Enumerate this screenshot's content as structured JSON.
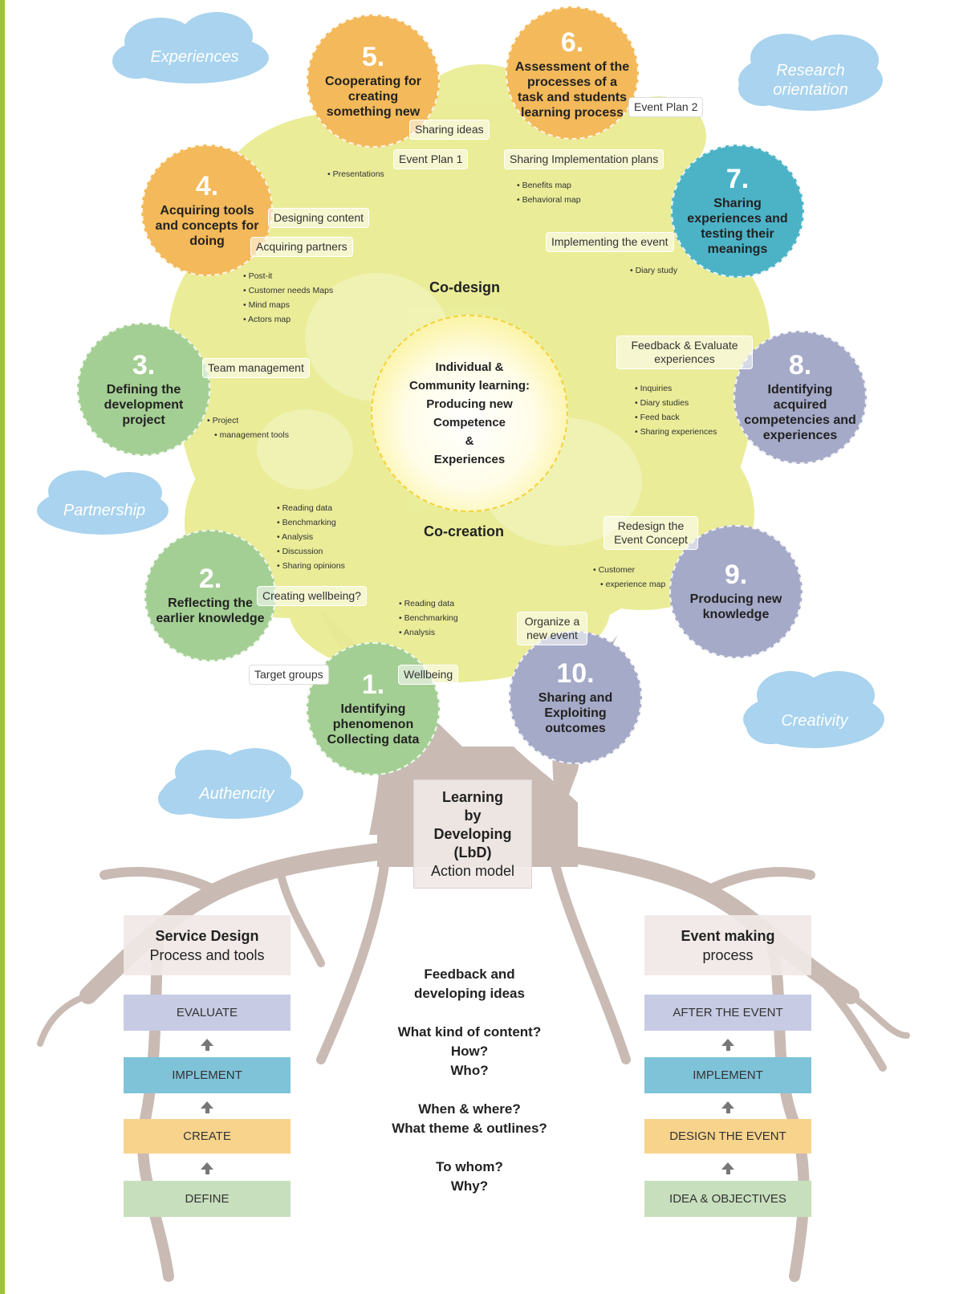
{
  "clouds": {
    "experiences": "Experiences",
    "research": "Research orientation",
    "partnership": "Partnership",
    "creativity": "Creativity",
    "authencity": "Authencity"
  },
  "circles": {
    "c1": {
      "num": "1.",
      "text": "Identifying phenomenon Collecting data"
    },
    "c2": {
      "num": "2.",
      "text": "Reflecting the earlier knowledge"
    },
    "c3": {
      "num": "3.",
      "text": "Defining the development project"
    },
    "c4": {
      "num": "4.",
      "text": "Acquiring tools and concepts for doing"
    },
    "c5": {
      "num": "5.",
      "text": "Cooperating for creating something new"
    },
    "c6": {
      "num": "6.",
      "text": "Assessment of the processes of a task and students learning process"
    },
    "c7": {
      "num": "7.",
      "text": "Sharing experiences and testing their meanings"
    },
    "c8": {
      "num": "8.",
      "text": "Identifying acquired competencies and experiences"
    },
    "c9": {
      "num": "9.",
      "text": "Producing new knowledge"
    },
    "c10": {
      "num": "10.",
      "text": "Sharing and Exploiting outcomes"
    }
  },
  "tags": {
    "sharing_ideas": "Sharing ideas",
    "event_plan_1": "Event Plan 1",
    "event_plan_2": "Event Plan 2",
    "sharing_impl": "Sharing Implementation plans",
    "designing_content": "Designing content",
    "acquiring_partners": "Acquiring partners",
    "implementing_event": "Implementing the event",
    "team_management": "Team management",
    "feedback": "Feedback & Evaluate experiences",
    "redesign": "Redesign the Event Concept",
    "creating_wellbeing": "Creating wellbeing?",
    "organize": "Organize a new event",
    "target_groups": "Target groups",
    "wellbeing": "Wellbeing"
  },
  "bullets": {
    "presentations": [
      "Presentations"
    ],
    "benefits": [
      "Benefits map",
      "Behavioral map"
    ],
    "diary": [
      "Diary study"
    ],
    "postit": [
      "Post-it",
      "Customer needs Maps",
      "Mind maps",
      "Actors map"
    ],
    "project": [
      "Project",
      "management tools"
    ],
    "inquiries": [
      "Inquiries",
      "Diary studies",
      "Feed back",
      "Sharing experiences"
    ],
    "reading1": [
      "Reading data",
      "Benchmarking",
      "Analysis",
      "Discussion",
      "Sharing opinions"
    ],
    "customer": [
      "Customer",
      "experience map"
    ],
    "reading2": [
      "Reading data",
      "Benchmarking",
      "Analysis"
    ]
  },
  "center": {
    "lines": [
      "Individual &",
      "Community learning:",
      "Producing new",
      "Competence",
      "&",
      "Experiences"
    ]
  },
  "section_titles": {
    "codesign": "Co-design",
    "cocreation": "Co-creation"
  },
  "lbd": {
    "bold_lines": [
      "Learning",
      "by",
      "Developing",
      "(LbD)"
    ],
    "normal": "Action model"
  },
  "left_process": {
    "title_bold": "Service Design",
    "title_normal": "Process and tools",
    "steps": [
      "EVALUATE",
      "IMPLEMENT",
      "CREATE",
      "DEFINE"
    ]
  },
  "right_process": {
    "title_bold": "Event making",
    "title_normal": "process",
    "steps": [
      "AFTER THE EVENT",
      "IMPLEMENT",
      "DESIGN THE EVENT",
      "IDEA & OBJECTIVES"
    ]
  },
  "middle_questions": [
    "Feedback and",
    "developing ideas",
    "",
    "What kind of content?",
    "How?",
    "Who?",
    "",
    "When & where?",
    "What theme & outlines?",
    "",
    "To whom?",
    "Why?"
  ],
  "colors": {
    "orange": "#f3b95a",
    "teal": "#4cb3c7",
    "green": "#a4cf94",
    "lavender": "#a5aac8",
    "cloud": "#a9d3ee",
    "canopy": "#e9ec93",
    "trunk": "#c9bab4",
    "evaluate": "#c7cbe3",
    "implement": "#7fc3d8",
    "create": "#f7d38c",
    "define": "#c7dfbd",
    "frame": "#9cc43a"
  }
}
